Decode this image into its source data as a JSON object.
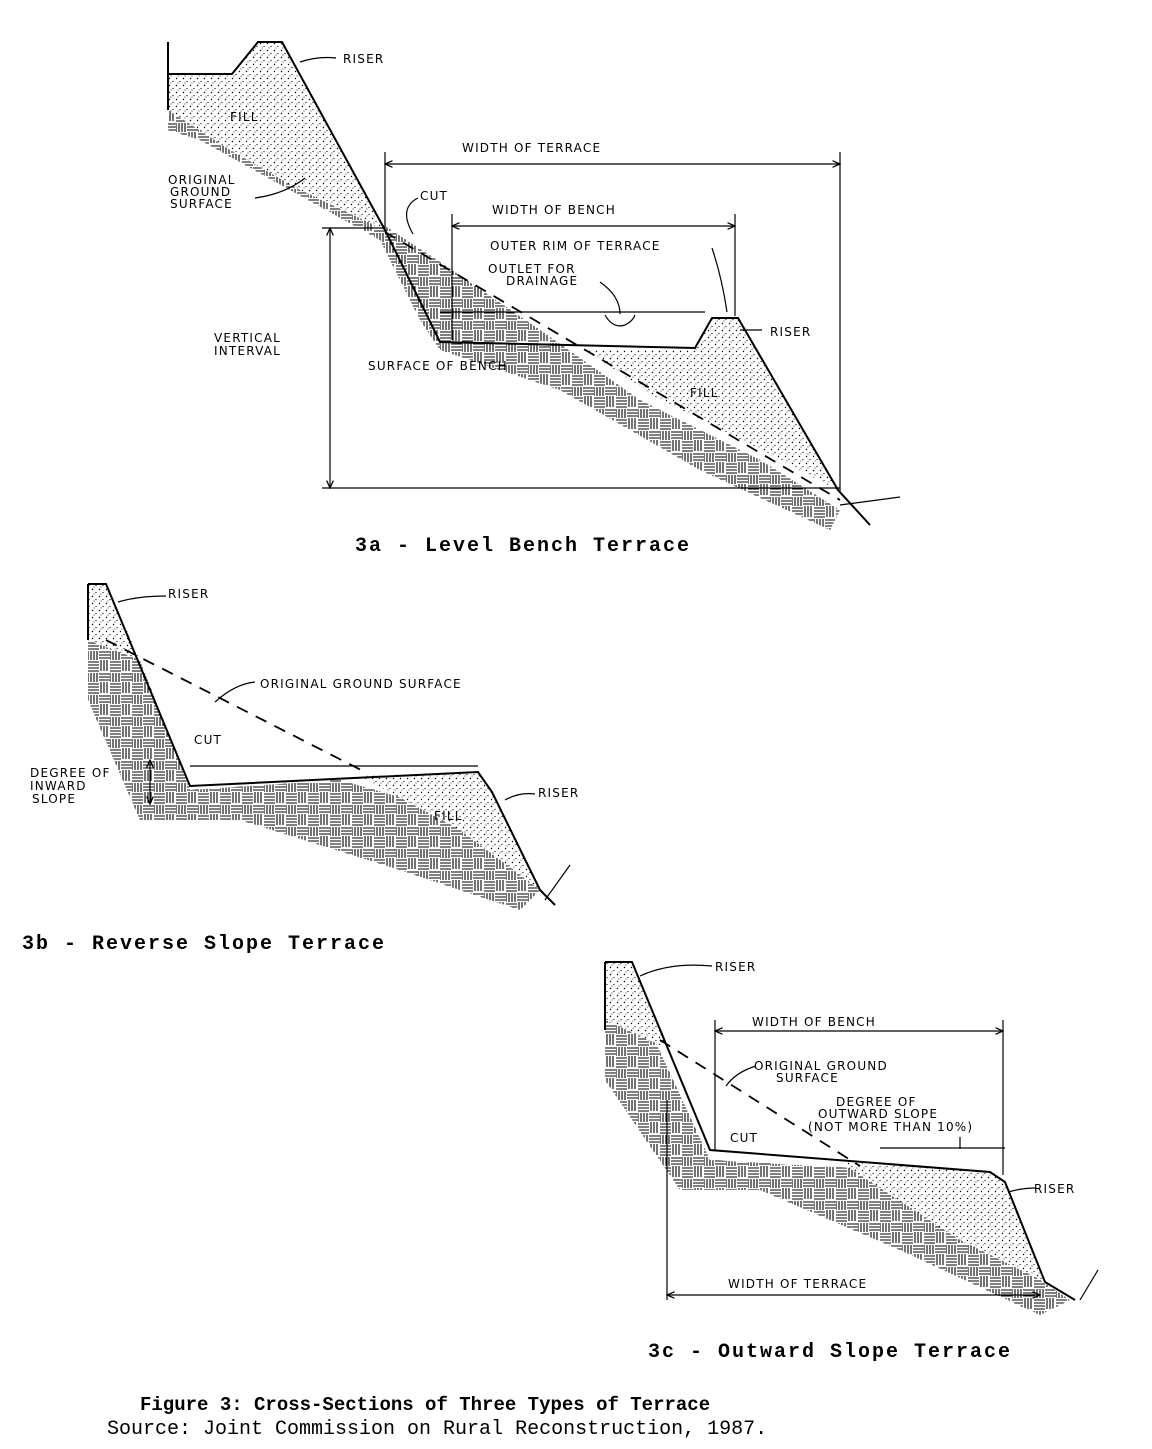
{
  "figure": {
    "title": "Figure 3: Cross-Sections of Three Types of Terrace",
    "source": "Source: Joint Commission on Rural Reconstruction, 1987."
  },
  "panel_a": {
    "caption": "3a - Level Bench Terrace",
    "labels": {
      "riser_top": "RISER",
      "fill_top": "FILL",
      "original_ground_1": "ORIGINAL",
      "original_ground_2": "GROUND",
      "original_ground_3": "SURFACE",
      "width_of_terrace": "WIDTH OF TERRACE",
      "cut": "CUT",
      "width_of_bench": "WIDTH OF BENCH",
      "outer_rim": "OUTER RIM OF TERRACE",
      "outlet_1": "OUTLET FOR",
      "outlet_2": "DRAINAGE",
      "vertical_interval_1": "VERTICAL",
      "vertical_interval_2": "INTERVAL",
      "riser_right": "RISER",
      "surface_of_bench": "SURFACE OF BENCH",
      "fill_bottom": "FILL"
    }
  },
  "panel_b": {
    "caption": "3b - Reverse Slope Terrace",
    "labels": {
      "riser_top": "RISER",
      "original_ground": "ORIGINAL GROUND SURFACE",
      "cut": "CUT",
      "inward_slope_1": "DEGREE OF",
      "inward_slope_2": "INWARD",
      "inward_slope_3": "SLOPE",
      "riser_right": "RISER",
      "fill": "FILL"
    }
  },
  "panel_c": {
    "caption": "3c - Outward Slope Terrace",
    "labels": {
      "riser_top": "RISER",
      "width_of_bench": "WIDTH OF BENCH",
      "original_ground_1": "ORIGINAL GROUND",
      "original_ground_2": "SURFACE",
      "outward_slope_1": "DEGREE OF",
      "outward_slope_2": "OUTWARD SLOPE",
      "outward_slope_3": "(NOT MORE THAN 10%)",
      "cut": "CUT",
      "riser_right": "RISER",
      "width_of_terrace": "WIDTH OF TERRACE"
    }
  }
}
